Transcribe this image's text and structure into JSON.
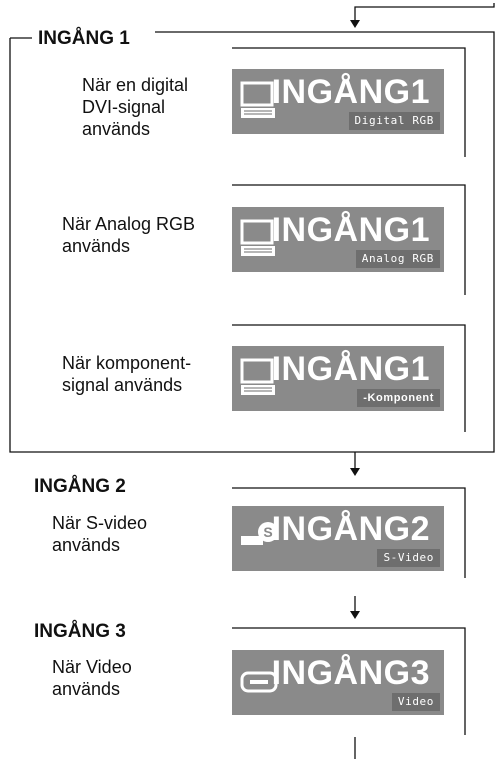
{
  "group1": {
    "label": "INGÅNG 1",
    "items": [
      {
        "desc": [
          "När en digital",
          "DVI-signal",
          "används"
        ],
        "osd_title": "INGÅNG1",
        "osd_sub": "Digital RGB",
        "icon": "computer-icon"
      },
      {
        "desc": [
          "När Analog RGB",
          "används"
        ],
        "osd_title": "INGÅNG1",
        "osd_sub": "Analog RGB",
        "icon": "computer-icon"
      },
      {
        "desc": [
          "När komponent-",
          "signal används"
        ],
        "osd_title": "INGÅNG1",
        "osd_sub": "-Komponent",
        "icon": "computer-icon"
      }
    ]
  },
  "group2": {
    "label": "INGÅNG 2",
    "desc": [
      "När S-video",
      "används"
    ],
    "osd_title": "INGÅNG2",
    "osd_sub": "S-Video",
    "icon": "s-video-icon"
  },
  "group3": {
    "label": "INGÅNG 3",
    "desc": [
      "När Video",
      "används"
    ],
    "osd_title": "INGÅNG3",
    "osd_sub": "Video",
    "icon": "video-icon"
  },
  "colors": {
    "osd_background": "#8a8a8a",
    "osd_subtitle_background": "#6e6e6e",
    "osd_text": "#ffffff"
  }
}
